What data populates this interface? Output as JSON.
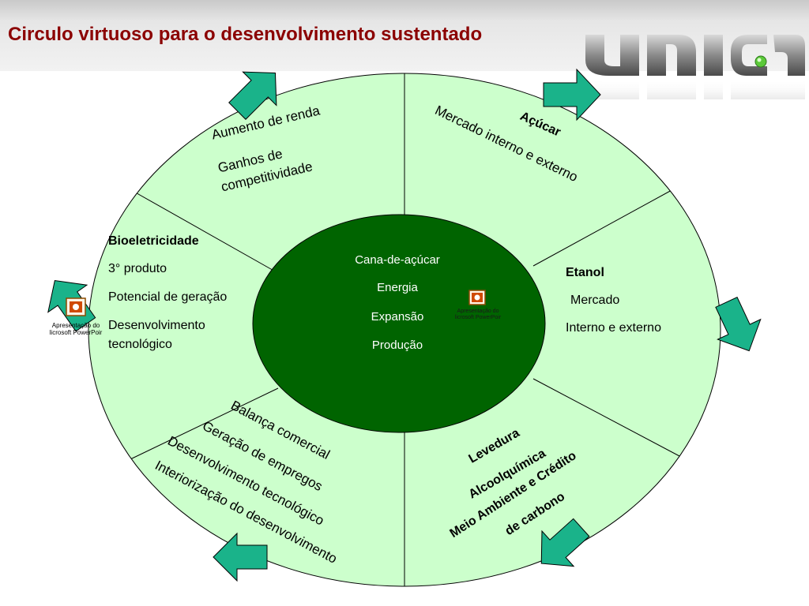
{
  "title": "Circulo virtuoso para o desenvolvimento sustentado",
  "logo_text": "unica",
  "colors": {
    "ellipse_fill": "#ccffcc",
    "center_fill": "#006400",
    "arrow_fill": "#1ab38a",
    "title_color": "#8b0000"
  },
  "segments": {
    "top_left": [
      "Aumento de renda",
      "Ganhos de",
      "competitividade"
    ],
    "top_right": {
      "heading": "Açúcar",
      "line": "Mercado interno e externo"
    },
    "left": {
      "heading": "Bioeletricidade",
      "lines": [
        "3° produto",
        "Potencial de geração",
        "Desenvolvimento",
        "tecnológico"
      ]
    },
    "right": {
      "heading": "Etanol",
      "lines": [
        "Mercado",
        "Interno e externo"
      ]
    },
    "bottom_left": [
      "Balança comercial",
      "Geração de empregos",
      "Desenvolvimento tecnológico",
      "Interiorização do desenvolvimento"
    ],
    "bottom_right": [
      "Levedura",
      "Alcoolquímica",
      "Meio Ambiente e Crédito",
      "de carbono"
    ]
  },
  "center": [
    "Cana-de-açúcar",
    "Energia",
    "Expansão",
    "Produção"
  ],
  "embedded_objects": [
    {
      "line1": "Apresentação do",
      "line2": "licrosoft PowerPoir"
    },
    {
      "line1": "Apresentação do",
      "line2": "licrosoft PowerPoir"
    }
  ]
}
